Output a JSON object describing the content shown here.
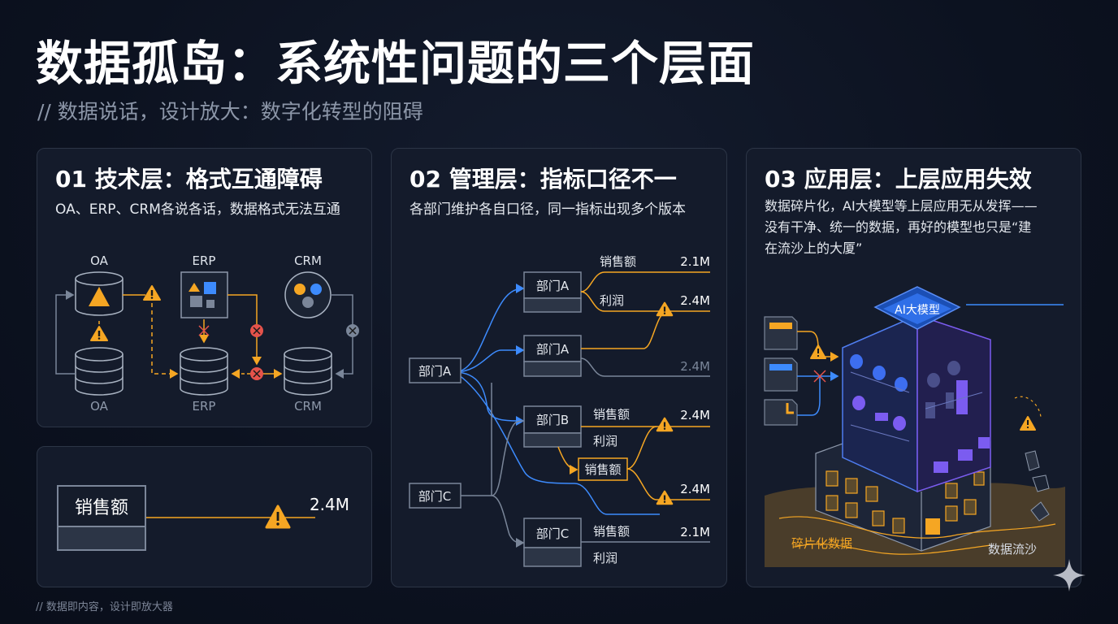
{
  "header": {
    "title": "数据孤岛：系统性问题的三个层面",
    "subtitle": "// 数据说话，设计放大：数字化转型的阻碍"
  },
  "card1": {
    "title": "01 技术层：格式互通障碍",
    "description": "OA、ERP、CRM各说各话，数据格式无法互通",
    "systems_top": [
      "OA",
      "ERP",
      "CRM"
    ],
    "systems_bottom": [
      "OA",
      "ERP",
      "CRM"
    ]
  },
  "card1b": {
    "metric_label": "销售额",
    "metric_value": "2.4M"
  },
  "card2": {
    "title": "02 管理层：指标口径不一",
    "description": "各部门维护各自口径，同一指标出现多个版本",
    "sources": [
      "部门A",
      "部门C"
    ],
    "nodes": [
      {
        "label": "部门A",
        "metrics": [
          {
            "name": "销售额",
            "value": "2.1M"
          },
          {
            "name": "利润",
            "value": "2.4M"
          }
        ]
      },
      {
        "label": "部门A",
        "metrics": [
          {
            "name": "",
            "value": "2.4M"
          }
        ]
      },
      {
        "label": "部门B",
        "metrics": [
          {
            "name": "销售额",
            "value": "2.4M"
          },
          {
            "name": "利润",
            "value": ""
          }
        ]
      },
      {
        "label": "部门C",
        "metrics": [
          {
            "name": "销售额",
            "value": "2.1M"
          },
          {
            "name": "利润",
            "value": ""
          }
        ]
      }
    ],
    "merge_node": "销售额",
    "merge_value": "2.4M"
  },
  "card3": {
    "title": "03 应用层：上层应用失效",
    "description_line1": "数据碎片化，AI大模型等上层应用无从发挥——",
    "description_line2": "没有干净、统一的数据，再好的模型也只是“建",
    "description_line3": "在流沙上的大厦”",
    "model_label": "AI大模型",
    "fragment_label": "碎片化数据",
    "sand_label": "数据流沙"
  },
  "footer": {
    "text": "// 数据即内容，设计即放大器"
  },
  "colors": {
    "background": "#0c1220",
    "card": "#141b2b",
    "orange": "#f5a623",
    "blue": "#3d8bfd",
    "purple": "#7b5cf0",
    "red": "#e5534b",
    "gray_line": "#7a8699"
  },
  "icons": [
    "warning-icon",
    "error-x-icon",
    "database-icon",
    "document-icon",
    "sparkle-icon"
  ]
}
